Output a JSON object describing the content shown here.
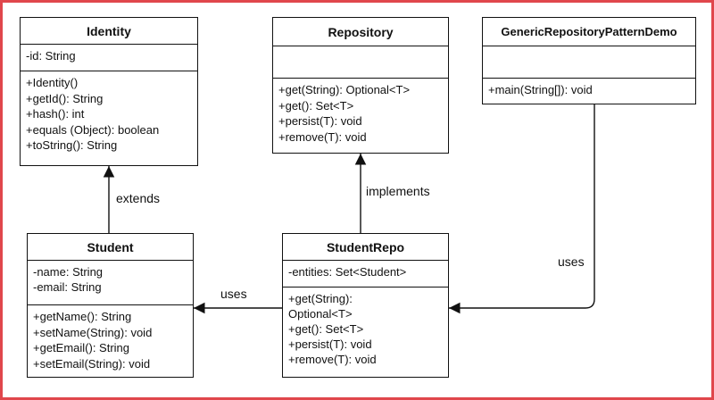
{
  "classes": {
    "identity": {
      "name": "Identity",
      "attributes": [
        "-id: String"
      ],
      "operations": [
        "+Identity()",
        "+getId(): String",
        "+hash(): int",
        "+equals (Object): boolean",
        "+toString(): String"
      ]
    },
    "repository": {
      "name": "Repository",
      "attributes": [],
      "operations": [
        "+get(String): Optional<T>",
        "+get(): Set<T>",
        "+persist(T): void",
        "+remove(T): void"
      ]
    },
    "demo": {
      "name": "GenericRepositoryPatternDemo",
      "attributes": [],
      "operations": [
        "+main(String[]): void"
      ]
    },
    "student": {
      "name": "Student",
      "attributes": [
        "-name: String",
        "-email: String"
      ],
      "operations": [
        "+getName(): String",
        "+setName(String): void",
        "+getEmail(): String",
        "+setEmail(String): void"
      ]
    },
    "studentrepo": {
      "name": "StudentRepo",
      "attributes": [
        "-entities: Set<Student>"
      ],
      "operations": [
        "+get(String):",
        "Optional<T>",
        "+get(): Set<T>",
        "+persist(T): void",
        "+remove(T): void"
      ]
    }
  },
  "relations": {
    "extends": "extends",
    "implements": "implements",
    "uses_student": "uses",
    "uses_demo": "uses"
  }
}
